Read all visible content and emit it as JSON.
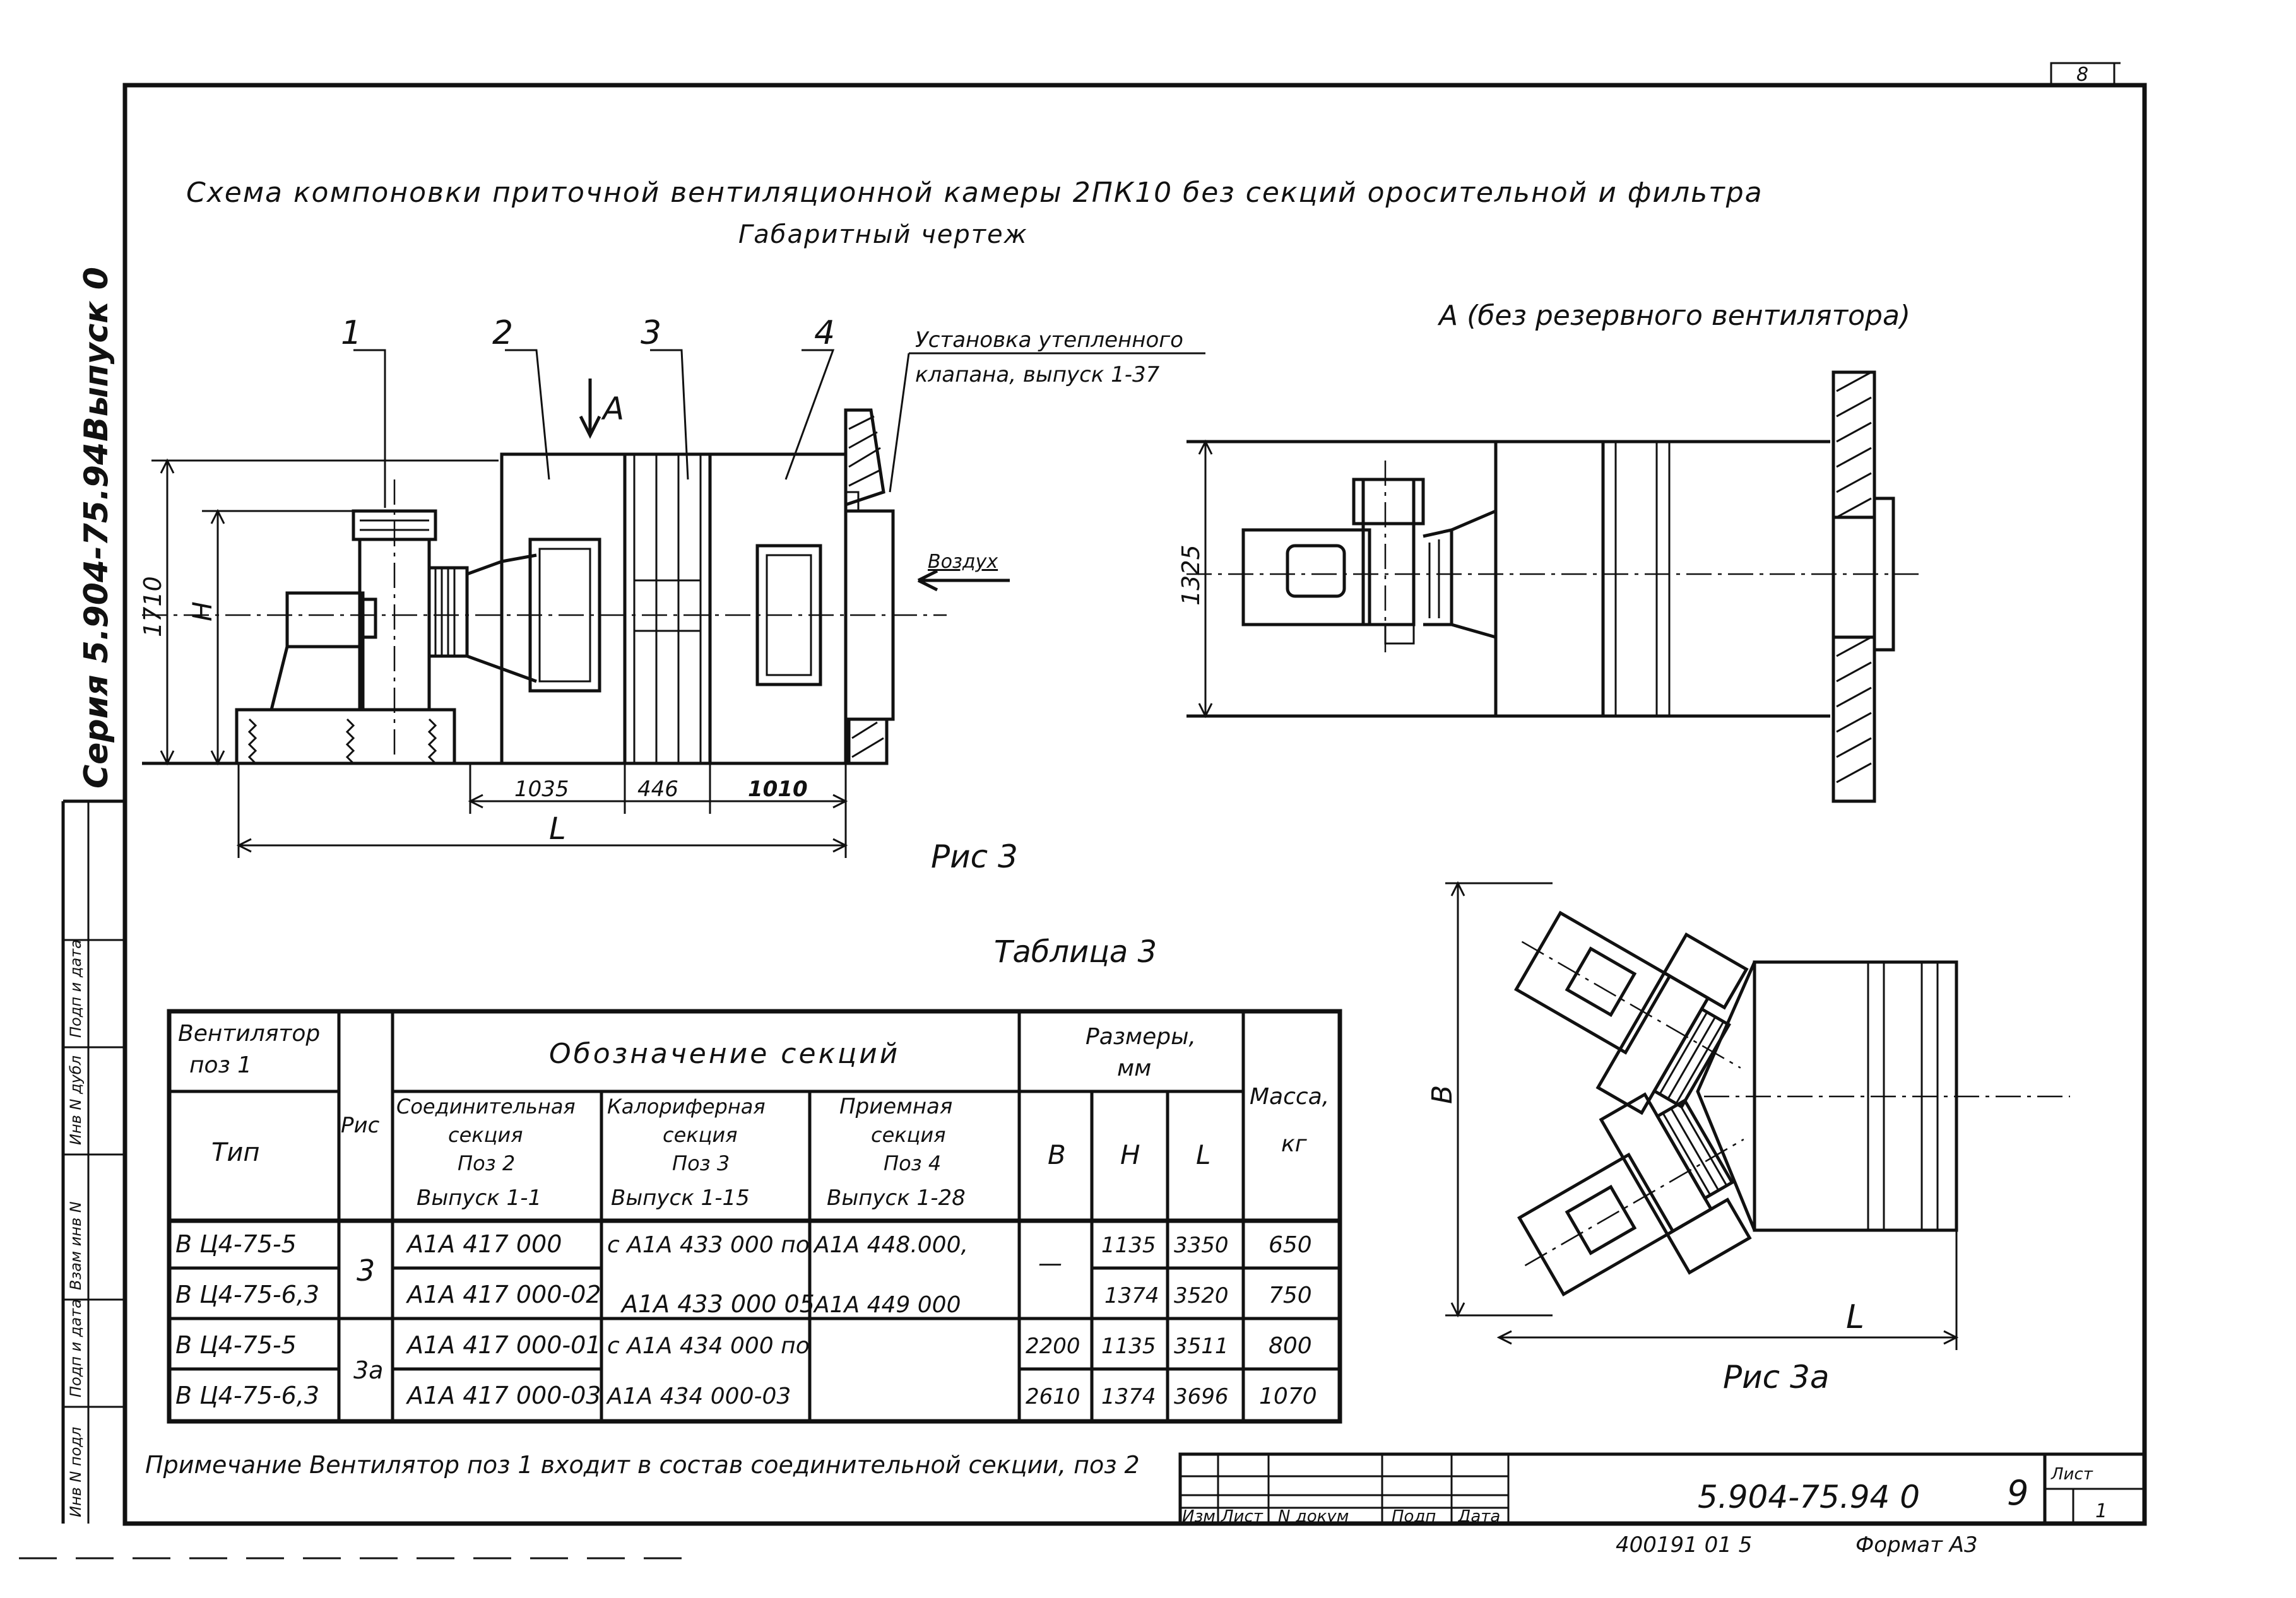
{
  "sheet": {
    "corner_number": "8",
    "series_vertical": "Серия 5.904-75.94",
    "issue_vertical": "Выпуск 0",
    "side_stamp": [
      "Инв N подл",
      "Подп и дата",
      "Взам инв N",
      "Инв N дубл",
      "Подп и дата"
    ],
    "title_line1": "Схема компоновки приточной вентиляционной камеры 2ПК10 без секций оросительной и фильтра",
    "title_line2": "Габаритный чертеж"
  },
  "figure3": {
    "caption": "Рис 3",
    "pos_labels": [
      "1",
      "2",
      "3",
      "4"
    ],
    "view_arrow": "А",
    "valve_note_line1": "Установка утепленного",
    "valve_note_line2": "клапана, выпуск 1-37",
    "air_label": "Воздух",
    "dim_1710": "1710",
    "dim_H": "Н",
    "dim_1035": "1035",
    "dim_446": "446",
    "dim_1010": "1010",
    "dim_L": "L"
  },
  "viewA": {
    "title": "А (без резервного вентилятора)",
    "dim_1325": "1325"
  },
  "figure3a": {
    "caption": "Рис 3а",
    "dim_B": "В",
    "dim_L": "L"
  },
  "table3": {
    "title": "Таблица 3",
    "header": {
      "fan_pos": "Вентилятор поз 1",
      "type": "Тип",
      "fig": "Рис",
      "designation": "Обозначение секций",
      "connecting": [
        "Соединительная",
        "секция",
        "Поз 2",
        "Выпуск 1-1"
      ],
      "heater": [
        "Калориферная",
        "секция",
        "Поз 3",
        "Выпуск 1-15"
      ],
      "intake": [
        "Приемная",
        "секция",
        "Поз 4",
        "Выпуск 1-28"
      ],
      "sizes": [
        "Размеры,",
        "мм"
      ],
      "B": "В",
      "H": "Н",
      "L": "L",
      "mass": [
        "Масса,",
        "кг"
      ]
    },
    "rows": [
      {
        "type": "В Ц4-75-5",
        "connecting": "А1А 417 000",
        "heater": "с А1А 433 000 по",
        "intake": "А1А 448.000,",
        "B": "",
        "H": "1135",
        "L": "3350",
        "mass": "650"
      },
      {
        "type": "В Ц4-75-6,3",
        "connecting": "А1А 417 000-02",
        "heater": "А1А 433 000 05",
        "intake": "А1А 449 000",
        "B": "",
        "H": "1374",
        "L": "3520",
        "mass": "750"
      },
      {
        "type": "В Ц4-75-5",
        "connecting": "А1А 417 000-01",
        "heater": "с А1А 434 000 по",
        "intake": "",
        "B": "2200",
        "H": "1135",
        "L": "3511",
        "mass": "800"
      },
      {
        "type": "В Ц4-75-6,3",
        "connecting": "А1А 417 000-03",
        "heater": "А1А 434 000-03",
        "intake": "",
        "B": "2610",
        "H": "1374",
        "L": "3696",
        "mass": "1070"
      }
    ],
    "fig_group1": "3",
    "fig_group2": "3а",
    "B_dash": "—"
  },
  "note": "Примечание Вентилятор поз 1 входит в состав соединительной секции, поз 2",
  "titleblock": {
    "cols": [
      "Изм",
      "Лист",
      "N докум",
      "Подп",
      "Дата"
    ],
    "code": "5.904-75.94 0",
    "sheet_no": "9",
    "list_label": "Лист",
    "format": "Формат А3",
    "inv": "400191 01 5"
  }
}
